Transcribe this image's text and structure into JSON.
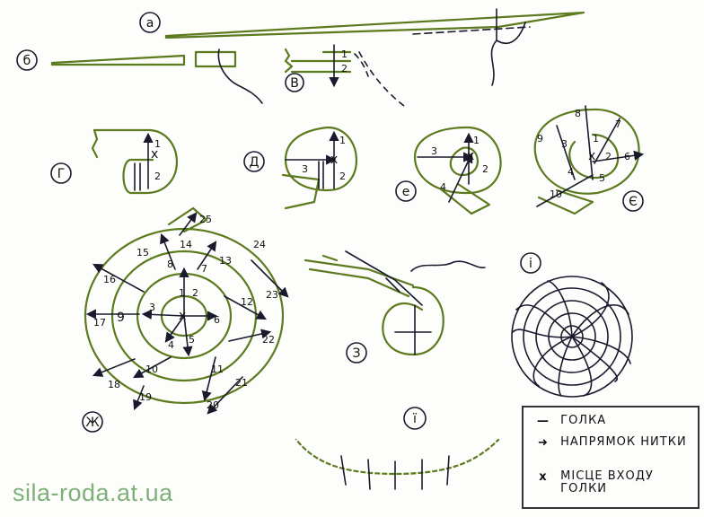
{
  "step_labels": {
    "a": "а",
    "b": "б",
    "v": "В",
    "g": "Г",
    "d": "Д",
    "e": "е",
    "ye": "Є",
    "zh": "Ж",
    "z": "З",
    "i": "і",
    "yi": "ї"
  },
  "stitch_numbers": {
    "g": [
      "1",
      "2"
    ],
    "d": [
      "1",
      "2",
      "3"
    ],
    "e": [
      "1",
      "2",
      "3",
      "4"
    ],
    "ye": [
      "1",
      "2",
      "3",
      "4",
      "5",
      "6",
      "7",
      "8",
      "9",
      "10"
    ],
    "zh": [
      "1",
      "2",
      "3",
      "4",
      "5",
      "6",
      "7",
      "8",
      "9",
      "10",
      "11",
      "12",
      "13",
      "14",
      "15",
      "16",
      "17",
      "18",
      "19",
      "20",
      "21",
      "22",
      "23",
      "24",
      "25"
    ],
    "v": [
      "1",
      "2"
    ]
  },
  "legend": {
    "needle_label": "ГОЛКА",
    "direction_label": "НАПРЯМОК НИТКИ",
    "entry_symbol": "x",
    "entry_label": "МІСЦЕ ВХОДУ ГОЛКИ"
  },
  "watermark": "sila-roda.at.ua",
  "colors": {
    "straw": "#5c7a1e",
    "ink": "#1a1a2e",
    "watermark": "#7fb07a"
  }
}
